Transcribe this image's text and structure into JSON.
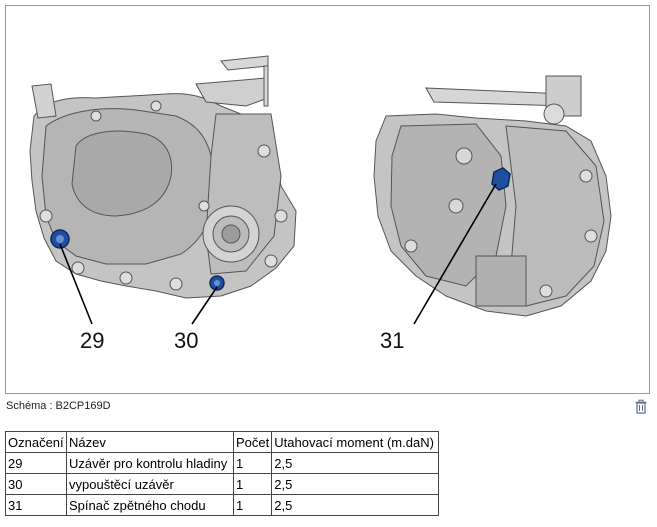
{
  "figure": {
    "callouts": [
      {
        "label": "29",
        "part": "Uzávěr pro kontrolu hladiny"
      },
      {
        "label": "30",
        "part": "vypouštěcí uzávěr"
      },
      {
        "label": "31",
        "part": "Spínač zpětného chodu"
      }
    ],
    "highlight_color": "#1f4fa0",
    "drawing_color": "#bfbfbf"
  },
  "caption": "Schéma : B2CP169D",
  "trash_icon": "trash-icon",
  "table": {
    "headers": [
      "Označení",
      "Název",
      "Počet",
      "Utahovací moment (m.daN)"
    ],
    "rows": [
      [
        "29",
        "Uzávěr pro kontrolu hladiny",
        "1",
        "2,5"
      ],
      [
        "30",
        "vypouštěcí uzávěr",
        "1",
        "2,5"
      ],
      [
        "31",
        "Spínač zpětného chodu",
        "1",
        "2,5"
      ]
    ]
  }
}
